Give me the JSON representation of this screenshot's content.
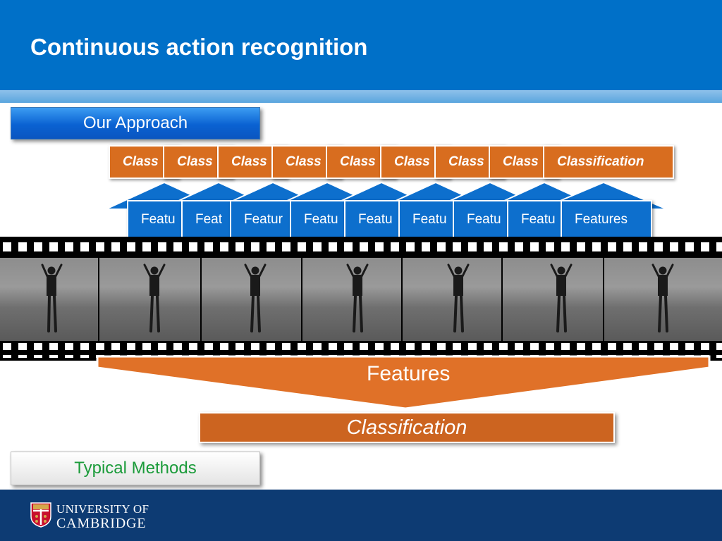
{
  "slide": {
    "title": "Continuous action recognition",
    "approach_label": "Our Approach",
    "methods_label": "Typical Methods"
  },
  "windows": {
    "classification_label": "Classification",
    "features_label": "Features",
    "visible_classification": [
      "Class",
      "Class",
      "Class",
      "Class",
      "Class",
      "Class",
      "Class",
      "Class",
      "Classification"
    ],
    "visible_features": [
      "Featu",
      "Feat",
      "Featur",
      "Featu",
      "Featu",
      "Featu",
      "Featu",
      "Featu",
      "Features"
    ]
  },
  "pipeline": {
    "features_label": "Features",
    "classification_label": "Classification"
  },
  "footer": {
    "line1": "UNIVERSITY OF",
    "line2": "CAMBRIDGE"
  },
  "colors": {
    "header": "#0070c8",
    "orange": "#d86d1f",
    "blue_box": "#0d6fcd",
    "footer": "#0d3b73",
    "methods_text": "#1b9b3a"
  }
}
